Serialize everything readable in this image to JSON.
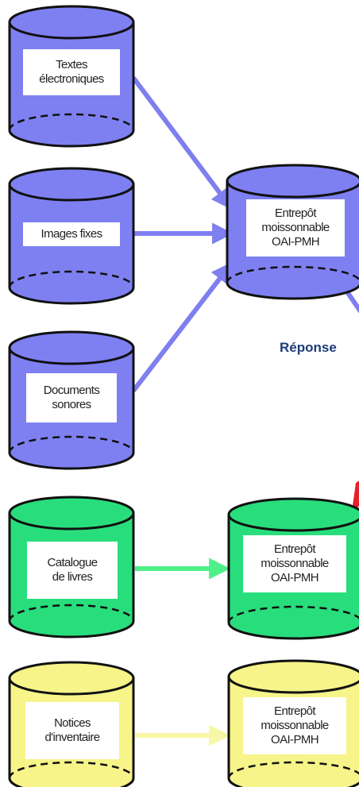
{
  "colors": {
    "blue": "#7e80f2",
    "blue_arrow": "#7f7ff0",
    "green": "#28de7c",
    "green_arrow": "#4ff08a",
    "yellow": "#f7f489",
    "yellow_arrow": "#f8f7a8",
    "outline": "#111111",
    "red_fragment": "#e8202a",
    "reponse_text": "#1f3c7a"
  },
  "sources": [
    {
      "line1": "Textes",
      "line2": "électroniques",
      "color": "blue"
    },
    {
      "line1": "Images fixes",
      "line2": "",
      "color": "blue"
    },
    {
      "line1": "Documents",
      "line2": "sonores",
      "color": "blue"
    },
    {
      "line1": "Catalogue",
      "line2": "de livres",
      "color": "green"
    },
    {
      "line1": "Notices",
      "line2": "d'inventaire",
      "color": "yellow"
    }
  ],
  "repositories": [
    {
      "line1": "Entrepôt",
      "line2": "moissonnable",
      "line3": "OAI-PMH",
      "color": "blue"
    },
    {
      "line1": "Entrepôt",
      "line2": "moissonnable",
      "line3": "OAI-PMH",
      "color": "green"
    },
    {
      "line1": "Entrepôt",
      "line2": "moissonnable",
      "line3": "OAI-PMH",
      "color": "yellow"
    }
  ],
  "reponse_label": "Réponse",
  "icons": [
    "database-cylinder",
    "arrow-right"
  ]
}
